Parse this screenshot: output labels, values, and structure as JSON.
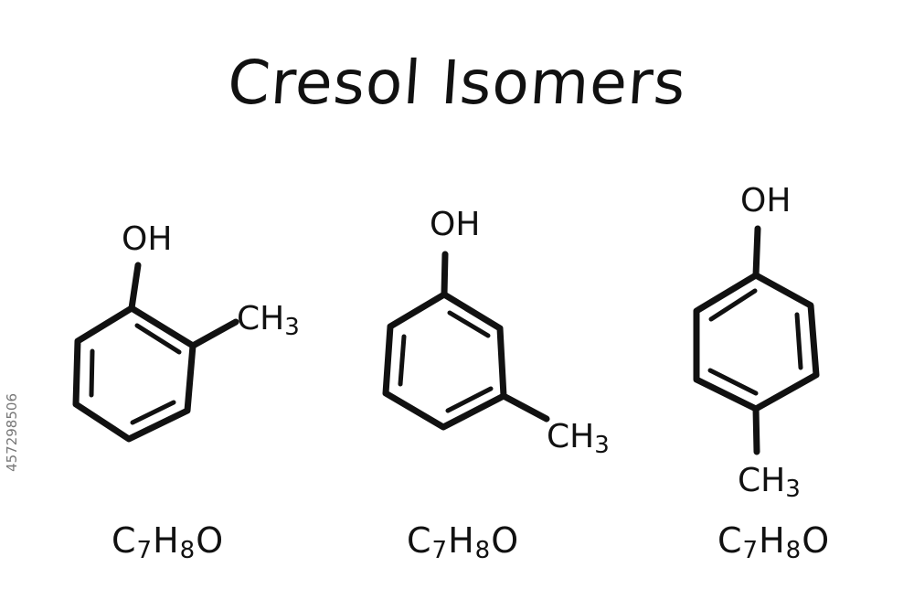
{
  "title": "Cresol Isomers",
  "stock_id": "457298506",
  "molecules": [
    {
      "oh": "OH",
      "ch3": "CH",
      "ch3_sub": "3",
      "formula": [
        "C",
        "7",
        "H",
        "8",
        "O"
      ]
    },
    {
      "oh": "OH",
      "ch3": "CH",
      "ch3_sub": "3",
      "formula": [
        "C",
        "7",
        "H",
        "8",
        "O"
      ]
    },
    {
      "oh": "OH",
      "ch3": "CH",
      "ch3_sub": "3",
      "formula": [
        "C",
        "7",
        "H",
        "8",
        "O"
      ]
    }
  ]
}
